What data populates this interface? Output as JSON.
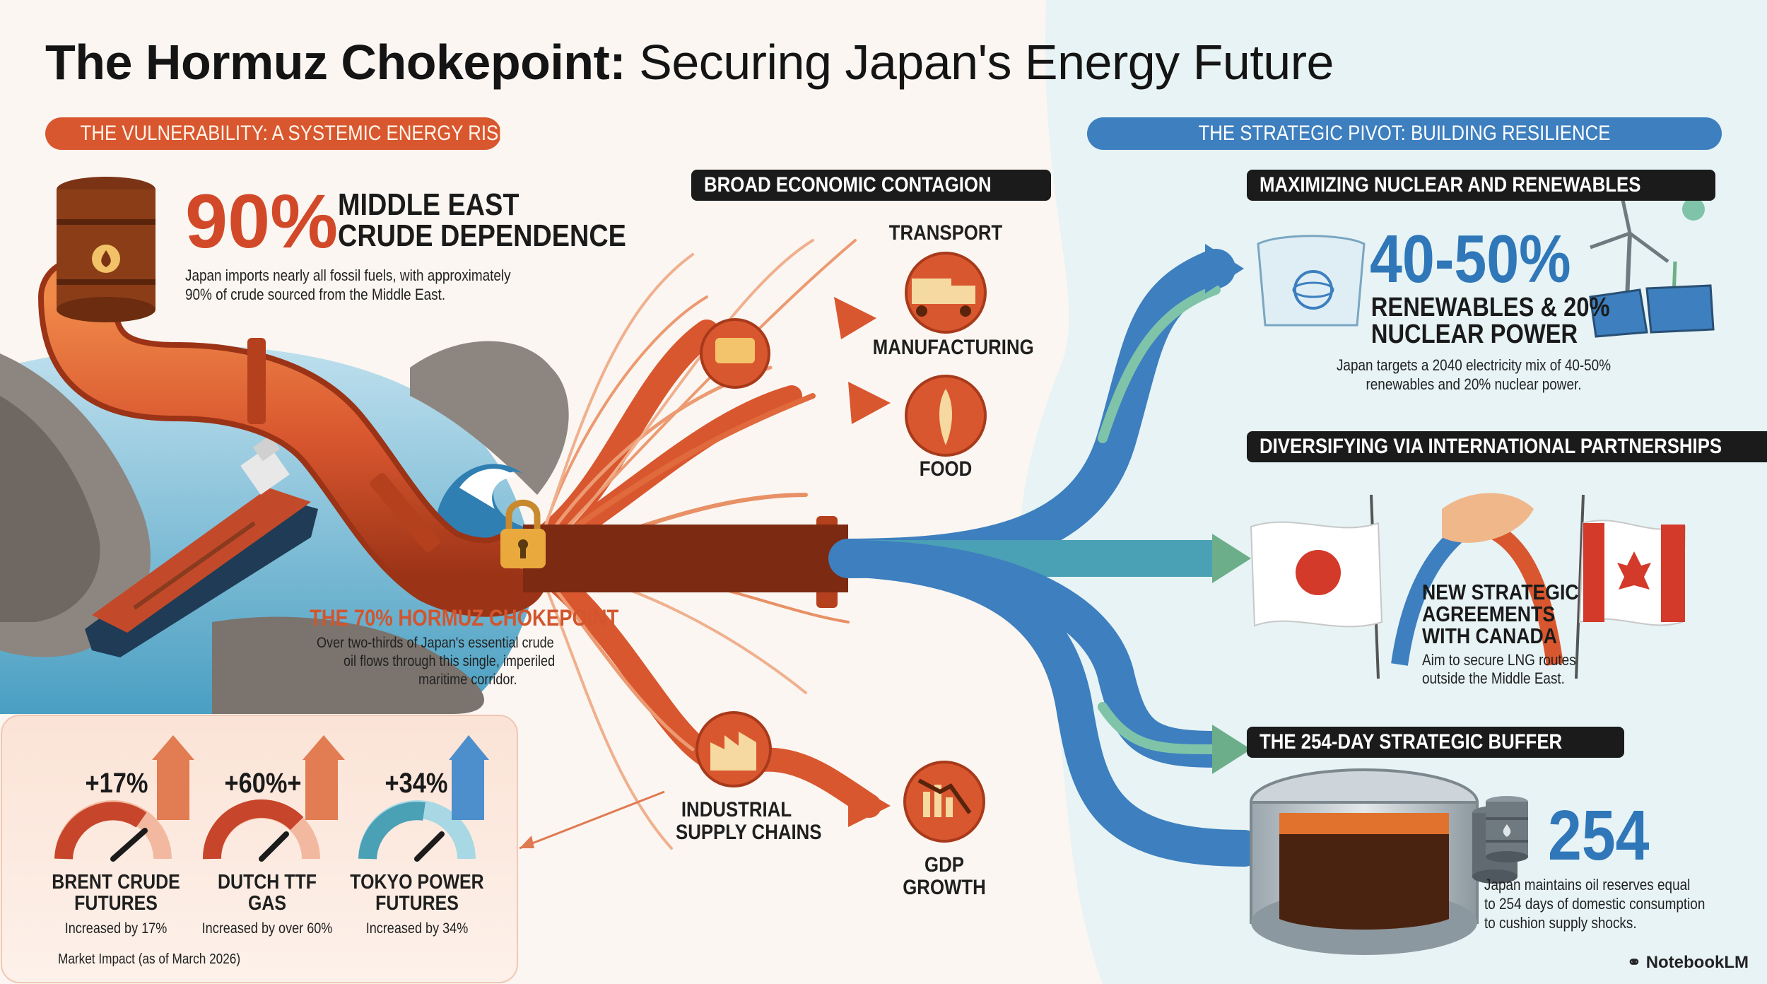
{
  "title_bold": "The Hormuz Chokepoint:",
  "title_light": " Securing Japan's Energy Future",
  "left_section_header": "THE VULNERABILITY: A SYSTEMIC ENERGY RISK",
  "right_section_header": "THE STRATEGIC PIVOT: BUILDING RESILIENCE",
  "dependence": {
    "stat": "90%",
    "heading_line1": "MIDDLE EAST",
    "heading_line2": "CRUDE DEPENDENCE",
    "desc_line1": "Japan imports nearly all fossil fuels, with approximately",
    "desc_line2": "90% of crude sourced from the Middle East."
  },
  "contagion": {
    "header": "BROAD ECONOMIC CONTAGION",
    "sectors": {
      "transport": "TRANSPORT",
      "manufacturing": "MANUFACTURING",
      "food": "FOOD",
      "industrial_line1": "INDUSTRIAL",
      "industrial_line2": "SUPPLY CHAINS",
      "gdp_line1": "GDP",
      "gdp_line2": "GROWTH"
    }
  },
  "chokepoint": {
    "heading": "THE 70% HORMUZ CHOKEPOINT",
    "desc_line1": "Over two-thirds of Japan's essential crude",
    "desc_line2": "oil flows through this single, imperiled",
    "desc_line3": "maritime corridor."
  },
  "market": {
    "caption": "Market Impact (as of March 2026)",
    "items": [
      {
        "value": "+17%",
        "name_line1": "BRENT CRUDE",
        "name_line2": "FUTURES",
        "desc": "Increased by 17%",
        "color": "#d9572f"
      },
      {
        "value": "+60%+",
        "name_line1": "DUTCH TTF",
        "name_line2": "GAS",
        "desc": "Increased by over 60%",
        "color": "#d9572f"
      },
      {
        "value": "+34%",
        "name_line1": "TOKYO POWER",
        "name_line2": "FUTURES",
        "desc": "Increased by 34%",
        "color": "#3d7fbf"
      }
    ]
  },
  "nuclear": {
    "header": "MAXIMIZING NUCLEAR AND RENEWABLES",
    "stat": "40-50%",
    "heading_line1": "RENEWABLES & 20%",
    "heading_line2": "NUCLEAR POWER",
    "desc_line1": "Japan targets a 2040 electricity mix of 40-50%",
    "desc_line2": "renewables and 20% nuclear power."
  },
  "partnerships": {
    "header": "DIVERSIFYING VIA INTERNATIONAL PARTNERSHIPS",
    "heading_line1": "NEW STRATEGIC",
    "heading_line2": "AGREEMENTS",
    "heading_line3": "WITH CANADA",
    "desc_line1": "Aim to secure LNG routes",
    "desc_line2": "outside the Middle East."
  },
  "buffer": {
    "header": "THE 254-DAY STRATEGIC BUFFER",
    "stat": "254",
    "desc_line1": "Japan maintains oil reserves equal",
    "desc_line2": "to 254 days of domestic consumption",
    "desc_line3": "to cushion supply shocks."
  },
  "branding": "NotebookLM",
  "colors": {
    "accent_red": "#d9572f",
    "accent_blue": "#3d7fbf",
    "dark": "#1b1b1b"
  }
}
